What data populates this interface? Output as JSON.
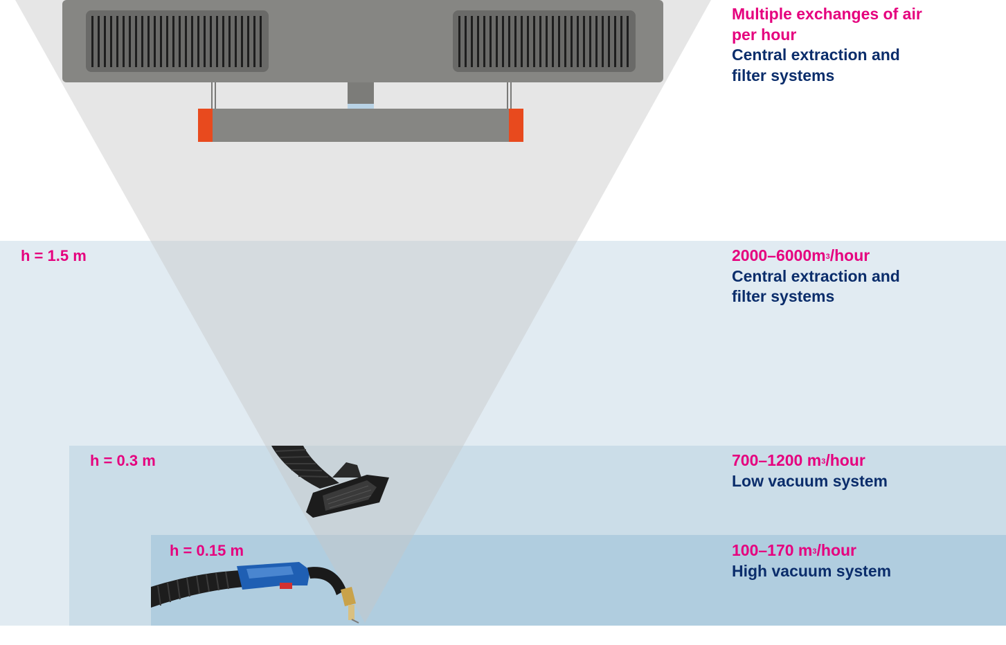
{
  "colors": {
    "accent_magenta": "#e5007e",
    "navy_text": "#0b2d6b",
    "cone_grey": "#dcdcdc",
    "band_light": "#e1ebf2",
    "band_mid": "#cbdde8",
    "band_dark": "#b0cddf",
    "hood_grey": "#868683",
    "grille_grey": "#5e5e5c",
    "end_cap_orange": "#e84a1e",
    "torch_blue": "#1f5fb3"
  },
  "zones": [
    {
      "id": "ceiling",
      "height_label": "",
      "flow_text": "Multiple exchanges of air per hour",
      "system_text": "Central extraction and filter systems"
    },
    {
      "id": "room",
      "height_label": "h = 1.5 m",
      "flow_text": "2000–6000m",
      "flow_unit": "/hour",
      "system_text": "Central extraction and filter systems"
    },
    {
      "id": "low-vacuum",
      "height_label": "h = 0.3 m",
      "flow_text": "700–1200 m",
      "flow_unit": "/hour",
      "system_text": "Low vacuum system"
    },
    {
      "id": "high-vacuum",
      "height_label": "h = 0.15 m",
      "flow_text": "100–170 m",
      "flow_unit": "/hour",
      "system_text": "High vacuum system"
    }
  ],
  "superscript": "3",
  "icons": {
    "ceiling_unit": "ceiling-extraction-hood-icon",
    "suction_nozzle": "extraction-arm-nozzle-icon",
    "torch": "welding-torch-icon"
  }
}
